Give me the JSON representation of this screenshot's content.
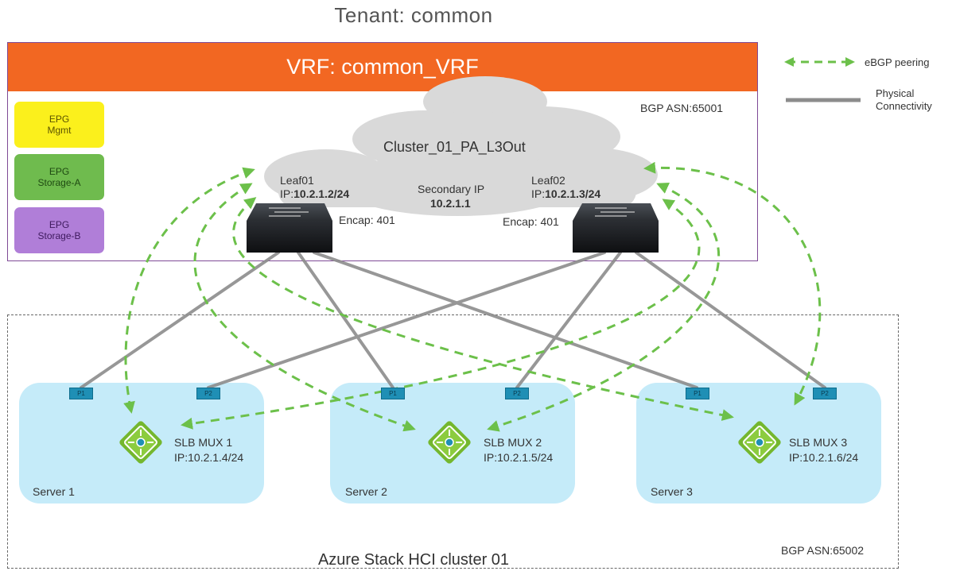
{
  "tenant": {
    "title": "Tenant: common"
  },
  "vrf": {
    "title": "VRF: common_VRF",
    "bgp_asn": "BGP ASN:65001"
  },
  "epgs": [
    {
      "line1": "EPG",
      "line2": "Mgmt",
      "color": "#fbf01c"
    },
    {
      "line1": "EPG",
      "line2": "Storage-A",
      "color": "#6fbb4e"
    },
    {
      "line1": "EPG",
      "line2": "Storage-B",
      "color": "#b07ed8"
    }
  ],
  "l3out": {
    "name": "Cluster_01_PA_L3Out",
    "secondary_ip_label": "Secondary IP",
    "secondary_ip": "10.2.1.1"
  },
  "leafs": [
    {
      "name": "Leaf01",
      "ip_prefix": "IP:",
      "ip": "10.2.1.2/24",
      "encap": "Encap: 401"
    },
    {
      "name": "Leaf02",
      "ip_prefix": "IP:",
      "ip": "10.2.1.3/24",
      "encap": "Encap: 401"
    }
  ],
  "cluster": {
    "title": "Azure Stack HCI cluster 01",
    "bgp_asn": "BGP ASN:65002"
  },
  "servers": [
    {
      "name": "Server 1",
      "mux": "SLB MUX 1",
      "ip": "IP:10.2.1.4/24",
      "ports": [
        "P1",
        "P2"
      ]
    },
    {
      "name": "Server 2",
      "mux": "SLB MUX 2",
      "ip": "IP:10.2.1.5/24",
      "ports": [
        "P1",
        "P2"
      ]
    },
    {
      "name": "Server 3",
      "mux": "SLB MUX 3",
      "ip": "IP:10.2.1.6/24",
      "ports": [
        "P1",
        "P2"
      ]
    }
  ],
  "legend": {
    "ebgp": "eBGP peering",
    "physical_line1": "Physical",
    "physical_line2": "Connectivity"
  },
  "colors": {
    "vrf_header": "#f26722",
    "ebgp": "#6cc04a",
    "physical": "#8c8c8c",
    "server_bg": "#c5ebf9",
    "port": "#1f8fb5"
  }
}
